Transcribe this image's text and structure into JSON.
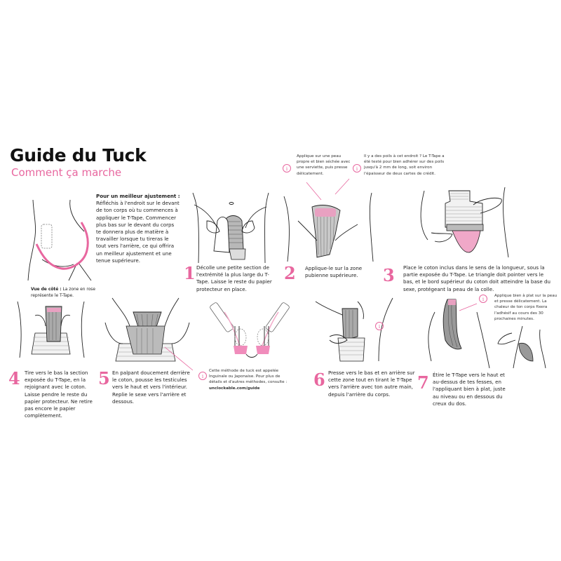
{
  "header": {
    "title": "Guide du Tuck",
    "subtitle": "Comment ça marche"
  },
  "colors": {
    "accent_pink": "#e8679f",
    "tape_gray": "#9a9a9a",
    "text": "#222222"
  },
  "intro": {
    "heading": "Pour un meilleur ajustement :",
    "body": "Réfléchis à l'endroit sur le devant de ton corps où tu commences à appliquer le T-Tape. Commencer plus bas sur le devant du corps te donnera plus de matière à travailler lorsque tu tireras le tout vers l'arrière, ce qui offrira un meilleur ajustement et une tenue supérieure."
  },
  "side_view": {
    "label": "Vue de côté :",
    "text": "La zone en rose représente le T-Tape."
  },
  "steps": [
    {
      "number": "1",
      "text": "Décolle une petite section de l'extrémité la plus large du T-Tape. Laisse le reste du papier protecteur en place."
    },
    {
      "number": "2",
      "text": "Applique-le sur la zone pubienne supérieure."
    },
    {
      "number": "3",
      "text": "Place le coton inclus dans le sens de la longueur, sous la partie exposée du T-Tape. Le triangle doit pointer vers le bas, et le bord supérieur du coton doit atteindre la base du sexe, protégeant la peau de la colle."
    },
    {
      "number": "4",
      "text": "Tire vers le bas la section exposée du T-Tape, en la rejoignant avec le coton. Laisse pendre le reste du papier protecteur. Ne retire pas encore le papier complètement."
    },
    {
      "number": "5",
      "text": "En palpant doucement derrière le coton, pousse les testicules vers le haut et vers l'intérieur. Replie le sexe vers l'arrière et dessous."
    },
    {
      "number": "6",
      "text": "Presse vers le bas et en arrière sur cette zone tout en tirant le T-Tape vers l'arrière avec ton autre main, depuis l'arrière du corps."
    },
    {
      "number": "7",
      "text": "Étire le T-Tape vers le haut et au-dessus de tes fesses, en l'appliquant bien à plat, juste au niveau ou en dessous du creux du dos."
    }
  ],
  "tips": {
    "clean_skin": "Applique sur une peau propre et bien séchée avec une serviette, puis presse délicatement.",
    "hair": "Il y a des poils à cet endroit ? Le T-Tape a été testé pour bien adhérer sur des poils jusqu'à 2 mm de long, soit environ l'épaisseur de deux cartes de crédit.",
    "flat": "Applique bien à plat sur la peau et presse délicatement. La chaleur de ton corps fixera l'adhésif au cours des 30 prochaines minutes.",
    "method": "Cette méthode de tuck est appelée Inguinale ou Japonaise. Pour plus de détails et d'autres méthodes, consulte :",
    "method_link": "unclockable.com/guide"
  },
  "icons": {
    "info": "i"
  }
}
